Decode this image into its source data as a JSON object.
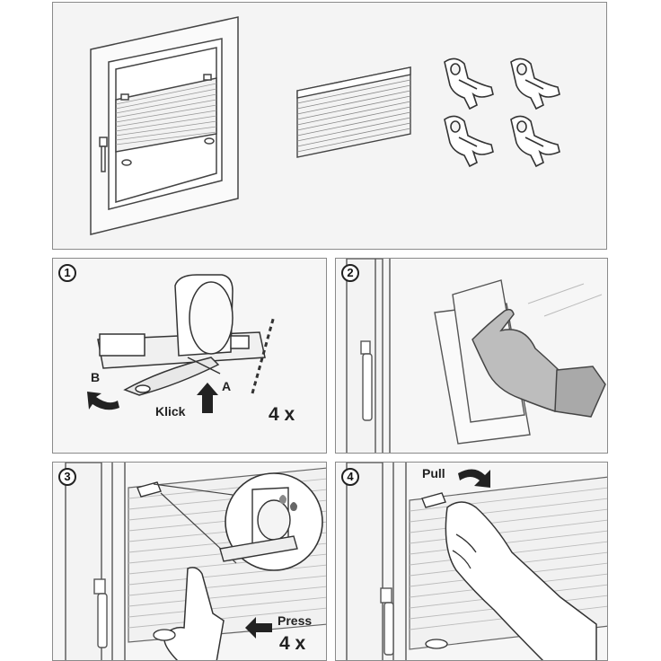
{
  "steps": [
    {
      "number": "1",
      "labels": {
        "b": "B",
        "a": "A",
        "klick": "Klick",
        "count": "4 x"
      }
    },
    {
      "number": "2"
    },
    {
      "number": "3",
      "labels": {
        "press": "Press",
        "count": "4 x"
      }
    },
    {
      "number": "4",
      "labels": {
        "pull": "Pull"
      }
    }
  ],
  "colors": {
    "line": "#333333",
    "panel_border": "#8a8a8a",
    "panel_bg": "#f6f6f6"
  }
}
